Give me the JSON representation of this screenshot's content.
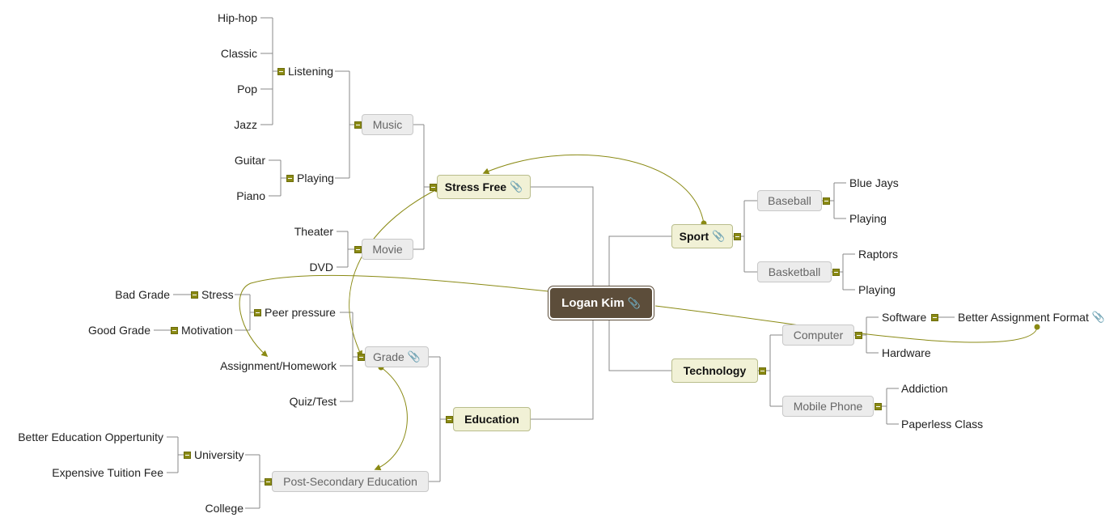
{
  "root": {
    "label": "Logan Kim"
  },
  "stress_free": {
    "label": "Stress Free",
    "music": {
      "label": "Music",
      "listening": {
        "label": "Listening",
        "items": [
          "Hip-hop",
          "Classic",
          "Pop",
          "Jazz"
        ]
      },
      "playing": {
        "label": "Playing",
        "items": [
          "Guitar",
          "Piano"
        ]
      }
    },
    "movie": {
      "label": "Movie",
      "items": [
        "Theater",
        "DVD"
      ]
    }
  },
  "education": {
    "label": "Education",
    "grade": {
      "label": "Grade",
      "peer_pressure": {
        "label": "Peer pressure",
        "stress": {
          "label": "Stress",
          "item": "Bad Grade"
        },
        "motivation": {
          "label": "Motivation",
          "item": "Good Grade"
        }
      },
      "items": [
        "Assignment/Homework",
        "Quiz/Test"
      ]
    },
    "post_secondary": {
      "label": "Post-Secondary Education",
      "university": {
        "label": "University",
        "items": [
          "Better Education Oppertunity",
          "Expensive Tuition Fee"
        ]
      },
      "college": "College"
    }
  },
  "sport": {
    "label": "Sport",
    "baseball": {
      "label": "Baseball",
      "items": [
        "Blue Jays",
        "Playing"
      ]
    },
    "basketball": {
      "label": "Basketball",
      "items": [
        "Raptors",
        "Playing"
      ]
    }
  },
  "technology": {
    "label": "Technology",
    "computer": {
      "label": "Computer",
      "software": {
        "label": "Software",
        "item": "Better Assignment Format"
      },
      "hardware": "Hardware"
    },
    "mobile_phone": {
      "label": "Mobile Phone",
      "items": [
        "Addiction",
        "Paperless Class"
      ]
    }
  },
  "icons": {
    "attachment": "paperclip-icon",
    "collapse": "minus-toggle-icon"
  },
  "colors": {
    "root_bg": "#5c4d3a",
    "main_bg": "#f1f1d6",
    "sub_bg": "#ececec",
    "toggle": "#8a8a14",
    "relation": "#8a8a14",
    "line": "#888888"
  }
}
